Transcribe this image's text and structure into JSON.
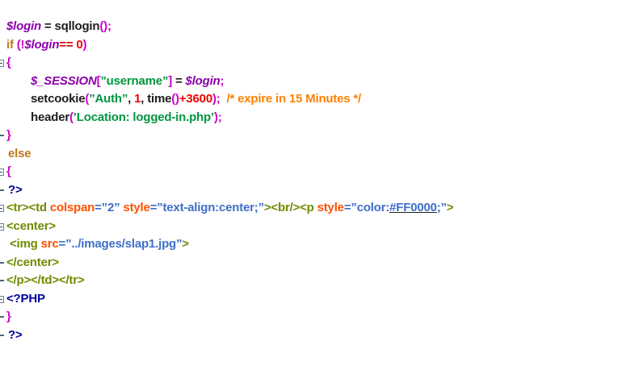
{
  "editor": {
    "name": "php-code-editor",
    "background": "#ffffff",
    "colors": {
      "plain": "#1c1c1c",
      "variable": "#8b00a8",
      "punct": "#cc00cc",
      "keyword": "#bd7a1f",
      "string": "#009640",
      "number": "#ee0000",
      "operator": "#d40000",
      "comment": "#ff8000",
      "php_tag": "#000099",
      "html_tag": "#6f8b00",
      "attr_name": "#ff5000",
      "attr_value": "#3f6ec8",
      "attr_value_u": "#3f6ec8"
    },
    "lines": [
      {
        "marker": "none",
        "indent": 8,
        "tokens": [
          [
            "$login",
            "variable"
          ],
          [
            " = ",
            "plain"
          ],
          [
            "sqllogin",
            "plain"
          ],
          [
            "();",
            "punct"
          ]
        ]
      },
      {
        "marker": "none",
        "indent": 8,
        "tokens": [
          [
            "if ",
            "keyword"
          ],
          [
            "(!",
            "punct"
          ],
          [
            "$login",
            "variable"
          ],
          [
            "== ",
            "operator"
          ],
          [
            "0",
            "number"
          ],
          [
            ")",
            "punct"
          ]
        ]
      },
      {
        "marker": "box",
        "indent": 8,
        "tokens": [
          [
            "{",
            "punct"
          ]
        ]
      },
      {
        "marker": "none",
        "indent": 38,
        "tokens": [
          [
            "$_SESSION",
            "variable"
          ],
          [
            "[",
            "punct"
          ],
          [
            "”username”",
            "string"
          ],
          [
            "]",
            "punct"
          ],
          [
            " = ",
            "plain"
          ],
          [
            "$login",
            "variable"
          ],
          [
            ";",
            "punct"
          ]
        ]
      },
      {
        "marker": "none",
        "indent": 38,
        "tokens": [
          [
            "setcookie",
            "plain"
          ],
          [
            "(",
            "punct"
          ],
          [
            "”Auth”",
            "string"
          ],
          [
            ", ",
            "plain"
          ],
          [
            "1",
            "number"
          ],
          [
            ", ",
            "plain"
          ],
          [
            "time",
            "plain"
          ],
          [
            "()",
            "punct"
          ],
          [
            "+3600",
            "number"
          ],
          [
            ");",
            "punct"
          ],
          [
            "  /* expire in 15 Minutes */",
            "comment"
          ]
        ]
      },
      {
        "marker": "none",
        "indent": 38,
        "tokens": [
          [
            "header",
            "plain"
          ],
          [
            "(",
            "punct"
          ],
          [
            "’Location: logged-in.php’",
            "string"
          ],
          [
            ");",
            "punct"
          ]
        ]
      },
      {
        "marker": "dash",
        "indent": 8,
        "tokens": [
          [
            "}",
            "punct"
          ]
        ]
      },
      {
        "marker": "none",
        "indent": 10,
        "tokens": [
          [
            "else",
            "keyword"
          ]
        ]
      },
      {
        "marker": "box",
        "indent": 8,
        "tokens": [
          [
            "{",
            "punct"
          ]
        ]
      },
      {
        "marker": "dash",
        "indent": 10,
        "tokens": [
          [
            "?>",
            "php_tag"
          ]
        ]
      },
      {
        "marker": "box",
        "indent": 8,
        "tokens": [
          [
            "<tr><td ",
            "html_tag"
          ],
          [
            "colspan",
            "attr_name"
          ],
          [
            "=”2”",
            "attr_value"
          ],
          [
            " ",
            "plain"
          ],
          [
            "style",
            "attr_name"
          ],
          [
            "=”text-align:center;”",
            "attr_value"
          ],
          [
            "><br/><p ",
            "html_tag"
          ],
          [
            "style",
            "attr_name"
          ],
          [
            "=”color:",
            "attr_value"
          ],
          [
            "#FF0000",
            "attr_value_u"
          ],
          [
            ";”",
            "attr_value"
          ],
          [
            ">",
            "html_tag"
          ]
        ]
      },
      {
        "marker": "box",
        "indent": 8,
        "tokens": [
          [
            "<center>",
            "html_tag"
          ]
        ]
      },
      {
        "marker": "none",
        "indent": 12,
        "tokens": [
          [
            "<img ",
            "html_tag"
          ],
          [
            "src",
            "attr_name"
          ],
          [
            "=”../images/slap1.jpg”",
            "attr_value"
          ],
          [
            ">",
            "html_tag"
          ]
        ]
      },
      {
        "marker": "dash",
        "indent": 8,
        "tokens": [
          [
            "</center>",
            "html_tag"
          ]
        ]
      },
      {
        "marker": "dash",
        "indent": 8,
        "tokens": [
          [
            "</p></td></tr>",
            "html_tag"
          ]
        ]
      },
      {
        "marker": "box",
        "indent": 8,
        "tokens": [
          [
            "<?PHP",
            "php_tag"
          ]
        ]
      },
      {
        "marker": "dash",
        "indent": 8,
        "tokens": [
          [
            "}",
            "punct"
          ]
        ]
      },
      {
        "marker": "dash",
        "indent": 10,
        "tokens": [
          [
            "?>",
            "php_tag"
          ]
        ]
      }
    ]
  }
}
